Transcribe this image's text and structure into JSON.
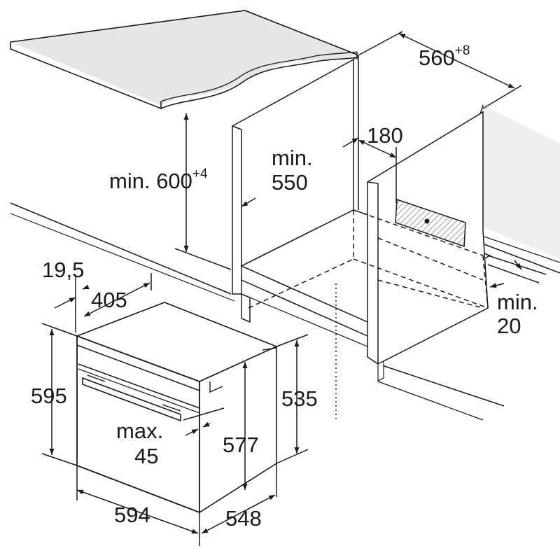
{
  "labels": {
    "niche_width": {
      "value": "560",
      "tolerance": "+8"
    },
    "niche_height": {
      "prefix": "min. ",
      "value": "600",
      "tolerance": "+4"
    },
    "niche_depth": {
      "line1": "min.",
      "line2": "550"
    },
    "cutout_depth": "180",
    "rear_gap": {
      "line1": "min.",
      "line2": "20"
    },
    "front_offset": "19,5",
    "top_depth": "405",
    "oven_height": "595",
    "body_height": "535",
    "inner_height": "577",
    "handle": {
      "line1": "max.",
      "line2": "45"
    },
    "oven_width": "594",
    "oven_depth": "548"
  },
  "colors": {
    "line": "#1a1a1a",
    "countertop": "#e6e6e6",
    "wall": "#eeeeee",
    "hatch": "#666666"
  }
}
